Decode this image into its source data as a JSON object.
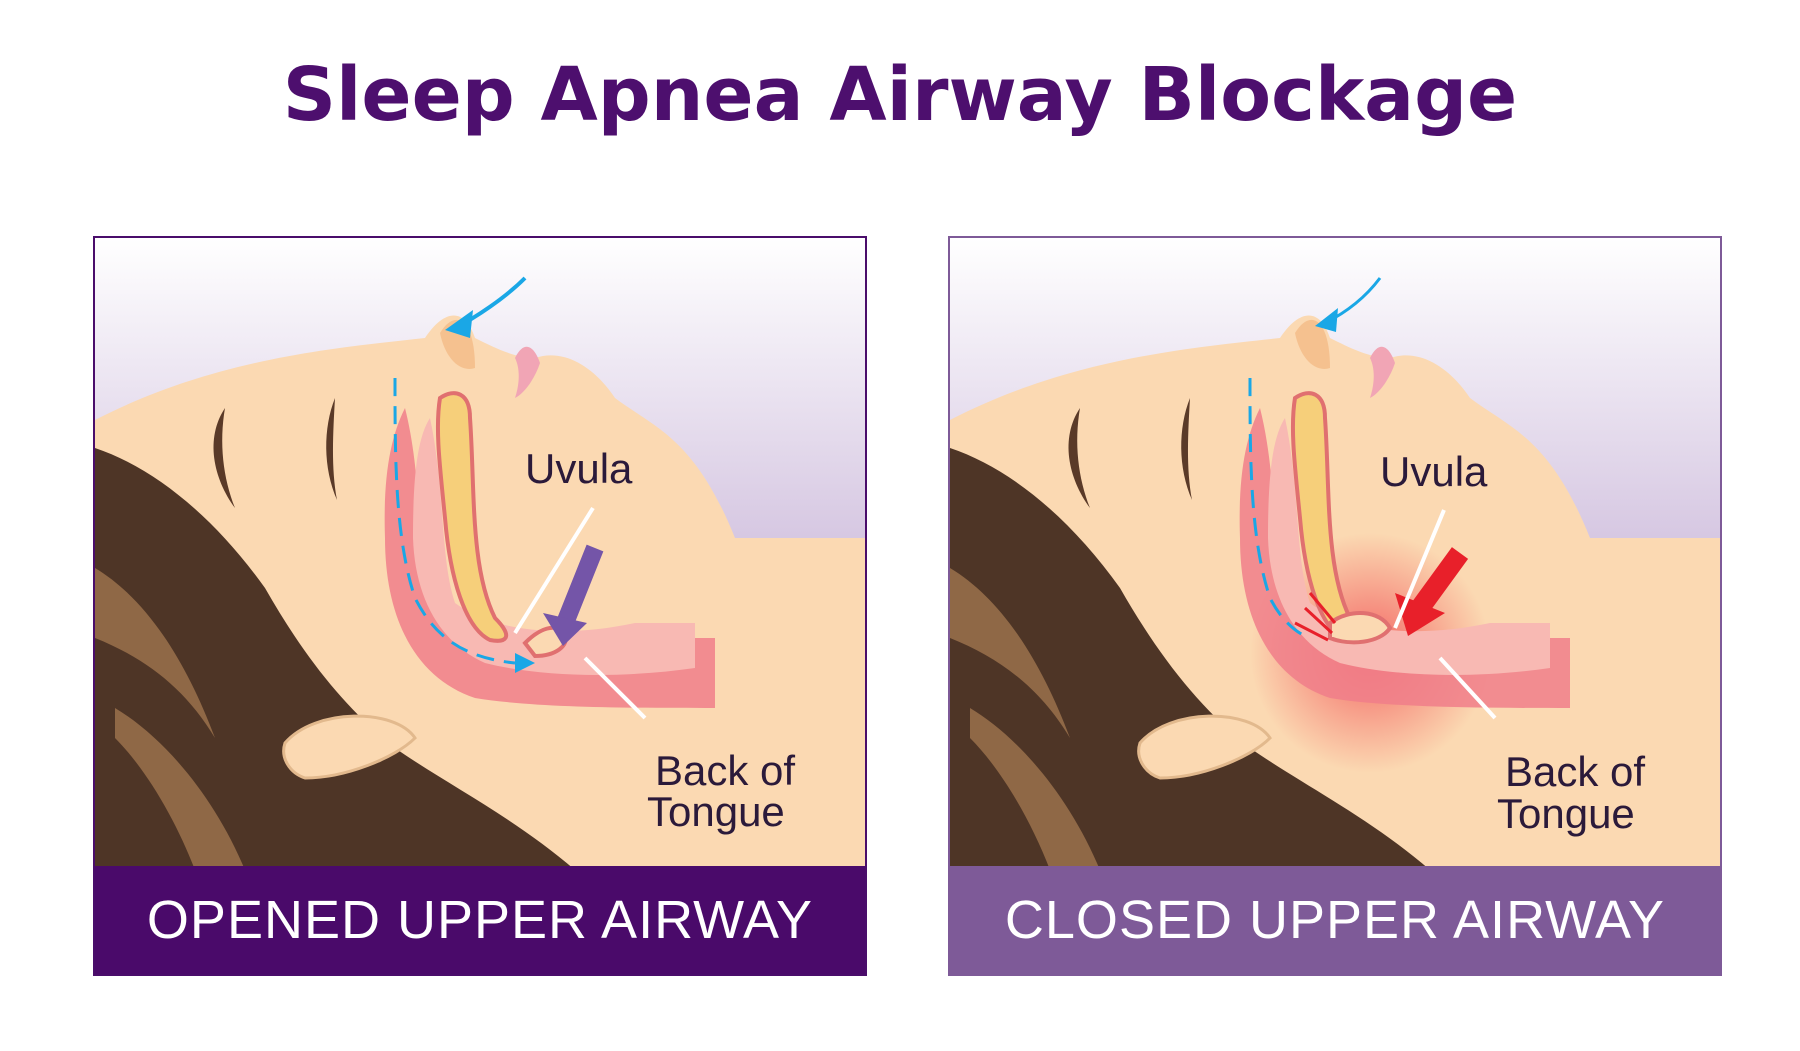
{
  "title": "Sleep Apnea Airway Blockage",
  "panels": [
    {
      "caption": "OPENED UPPER AIRWAY",
      "labels": {
        "uvula": "Uvula",
        "tongue_line1": "Back of",
        "tongue_line2": "Tongue"
      },
      "arrow_color": "#7455a8",
      "flow_color": "#1aa7e6"
    },
    {
      "caption": "CLOSED UPPER AIRWAY",
      "labels": {
        "uvula": "Uvula",
        "tongue_line1": "Back of",
        "tongue_line2": "Tongue"
      },
      "arrow_color": "#e8202a",
      "flow_color": "#1aa7e6"
    }
  ],
  "colors": {
    "title": "#4d0f6e",
    "opened_caption_bg": "#4a0a6a",
    "closed_caption_bg": "#7e5a98",
    "skin": "#fbd9b2",
    "hair": "#4e3526",
    "airway": "#f07e8a"
  }
}
